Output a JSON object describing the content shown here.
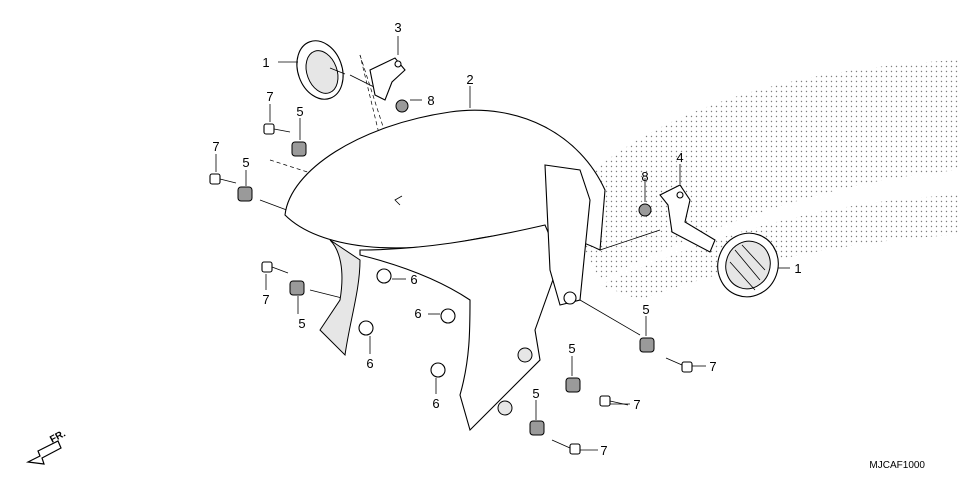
{
  "diagram": {
    "code": "MJCAF1000",
    "direction_label": "FR.",
    "callouts": {
      "c1a": "1",
      "c1b": "1",
      "c2": "2",
      "c3": "3",
      "c4": "4",
      "c5a": "5",
      "c5b": "5",
      "c5c": "5",
      "c5d": "5",
      "c5e": "5",
      "c5f": "5",
      "c6a": "6",
      "c6b": "6",
      "c6c": "6",
      "c6d": "6",
      "c7a": "7",
      "c7b": "7",
      "c7c": "7",
      "c7d": "7",
      "c7e": "7",
      "c7f": "7",
      "c8a": "8",
      "c8b": "8"
    }
  }
}
